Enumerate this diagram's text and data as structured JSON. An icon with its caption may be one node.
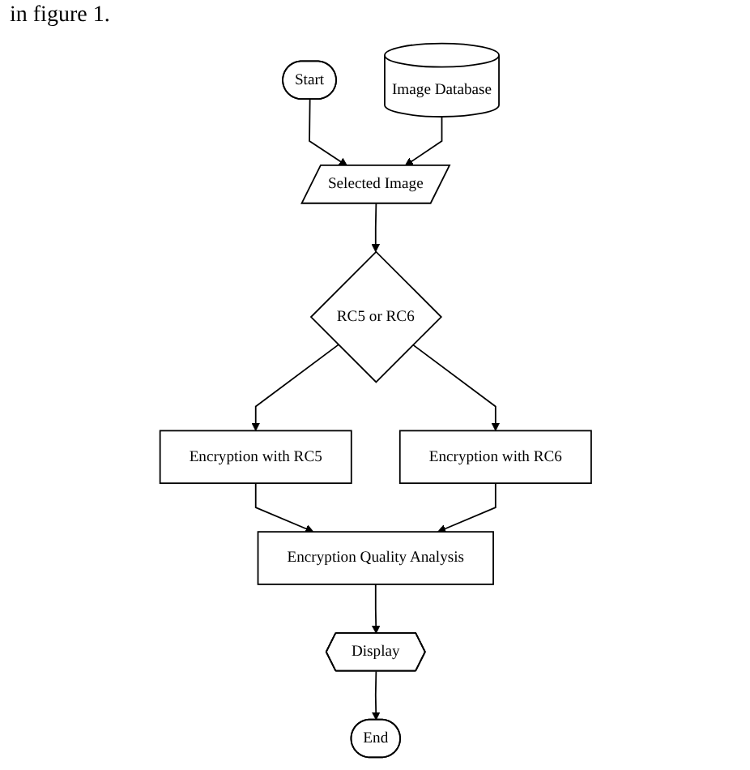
{
  "diagram": {
    "nodes": [
      {
        "text": [
          "Start"
        ]
      },
      {
        "text": [
          "Selected Image"
        ]
      },
      {
        "text": [
          "Image Database"
        ]
      },
      {
        "text": [
          "RC5 or RC6"
        ]
      },
      {
        "text": [
          "Encryption with RC5"
        ]
      },
      {
        "text": [
          "Encryption with RC6"
        ]
      },
      {
        "text": [
          "Encryption Quality Analysis"
        ]
      },
      {
        "text": [
          "Display"
        ]
      },
      {
        "text": [
          "End"
        ]
      }
    ],
    "edges": [
      {
        "from": 0,
        "to": 1,
        "arrow": "to"
      },
      {
        "from": 2,
        "to": 1,
        "arrow": "to"
      },
      {
        "from": 1,
        "to": 3,
        "arrow": "to"
      },
      {
        "from": 3,
        "to": 4,
        "arrow": "to"
      },
      {
        "from": 3,
        "to": 5,
        "arrow": "to"
      },
      {
        "from": 4,
        "to": 6,
        "arrow": "to"
      },
      {
        "from": 5,
        "to": 6,
        "arrow": "to"
      },
      {
        "from": 6,
        "to": 7,
        "arrow": "to"
      },
      {
        "from": 7,
        "to": 8,
        "arrow": "to"
      }
    ],
    "labels": [
      "in figure 1."
    ]
  }
}
